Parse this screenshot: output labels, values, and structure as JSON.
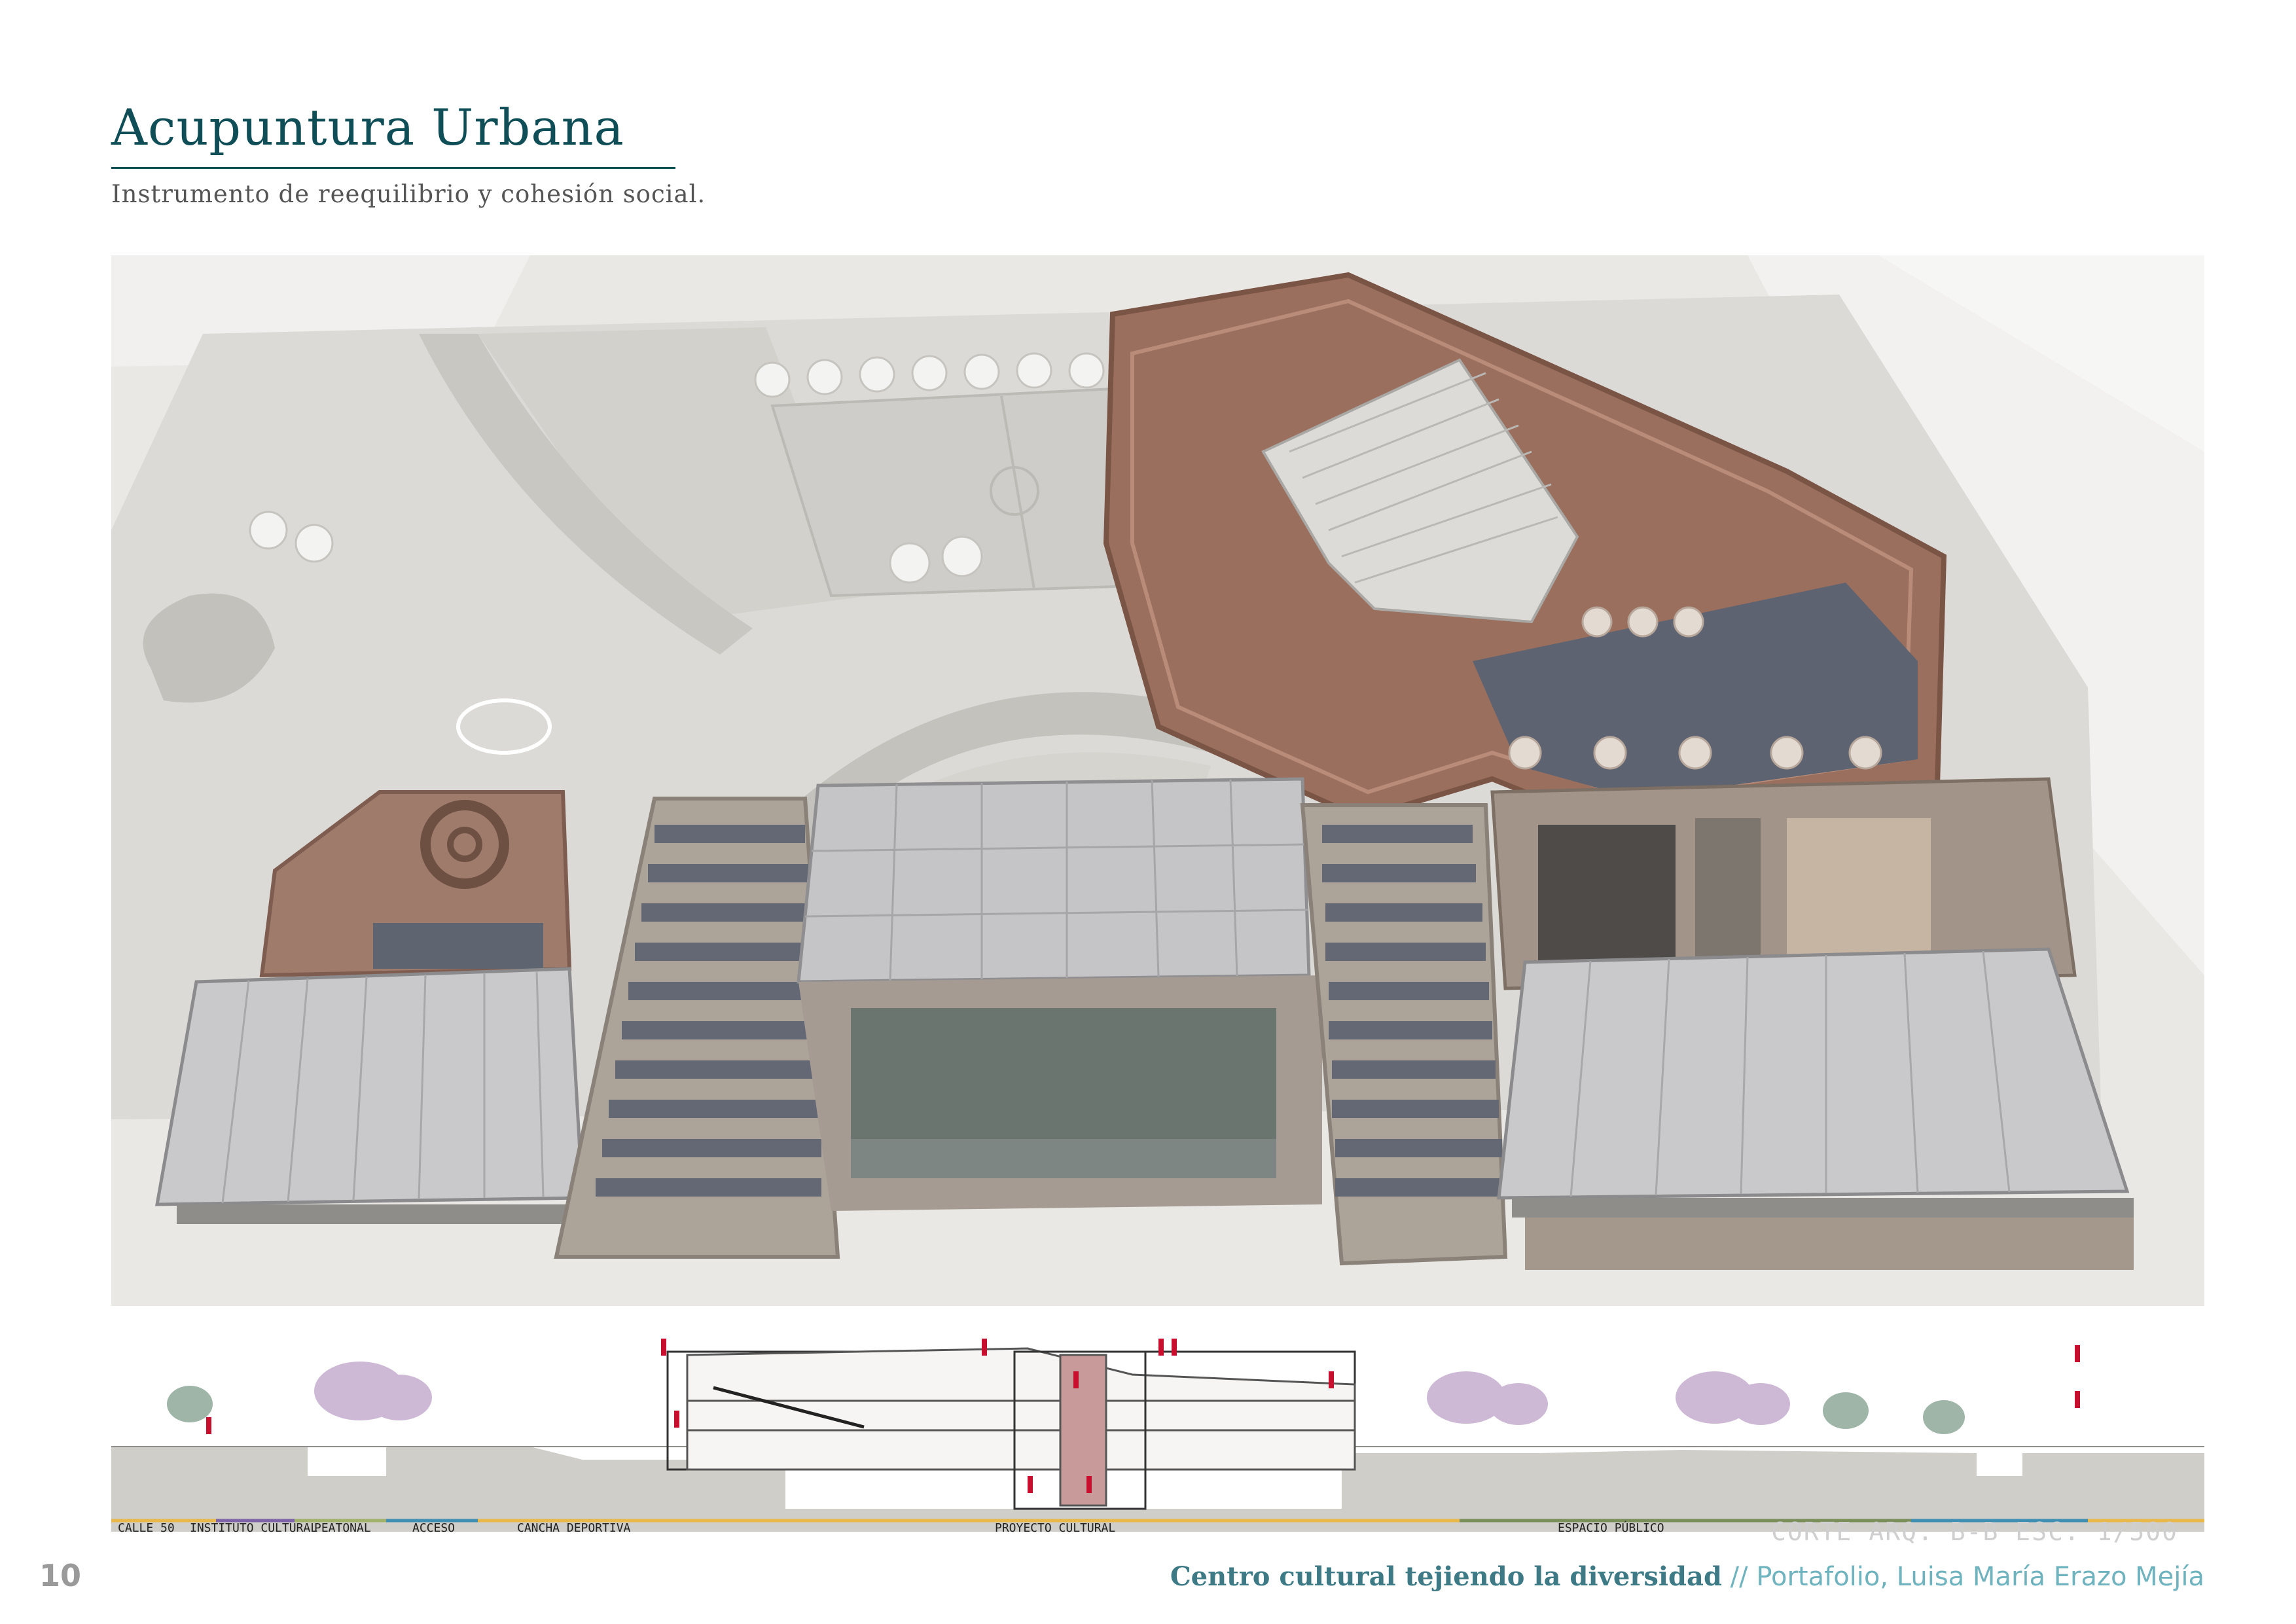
{
  "header": {
    "title": "Acupuntura Urbana",
    "subtitle": "Instrumento de reequilibrio y cohesión social."
  },
  "render": {
    "alt": "Vista aérea del proyecto cultural"
  },
  "section_drawing": {
    "alt": "Corte arquitectónico B-B",
    "corte_label": "CORTE ARQ. B-B ESC: 1/500",
    "zone_labels": [
      "CALLE 50",
      "INSTITUTO CULTURAL",
      "PEATONAL",
      "ACCESO",
      "CANCHA DEPORTIVA",
      "PROYECTO CULTURAL",
      "ESPACIO PÚBLICO"
    ]
  },
  "footer": {
    "page_number": "10",
    "project": "Centro cultural tejiendo la diversidad",
    "separator": "//",
    "author": "Portafolio, Luisa María Erazo Mejía"
  },
  "colors": {
    "title": "#0f4d57",
    "footer_project": "#3d7a86",
    "footer_author": "#6fb3bf",
    "roof_brown": "#9b6f5e",
    "slate": "#5d6370",
    "accent_red": "#c8102e"
  }
}
